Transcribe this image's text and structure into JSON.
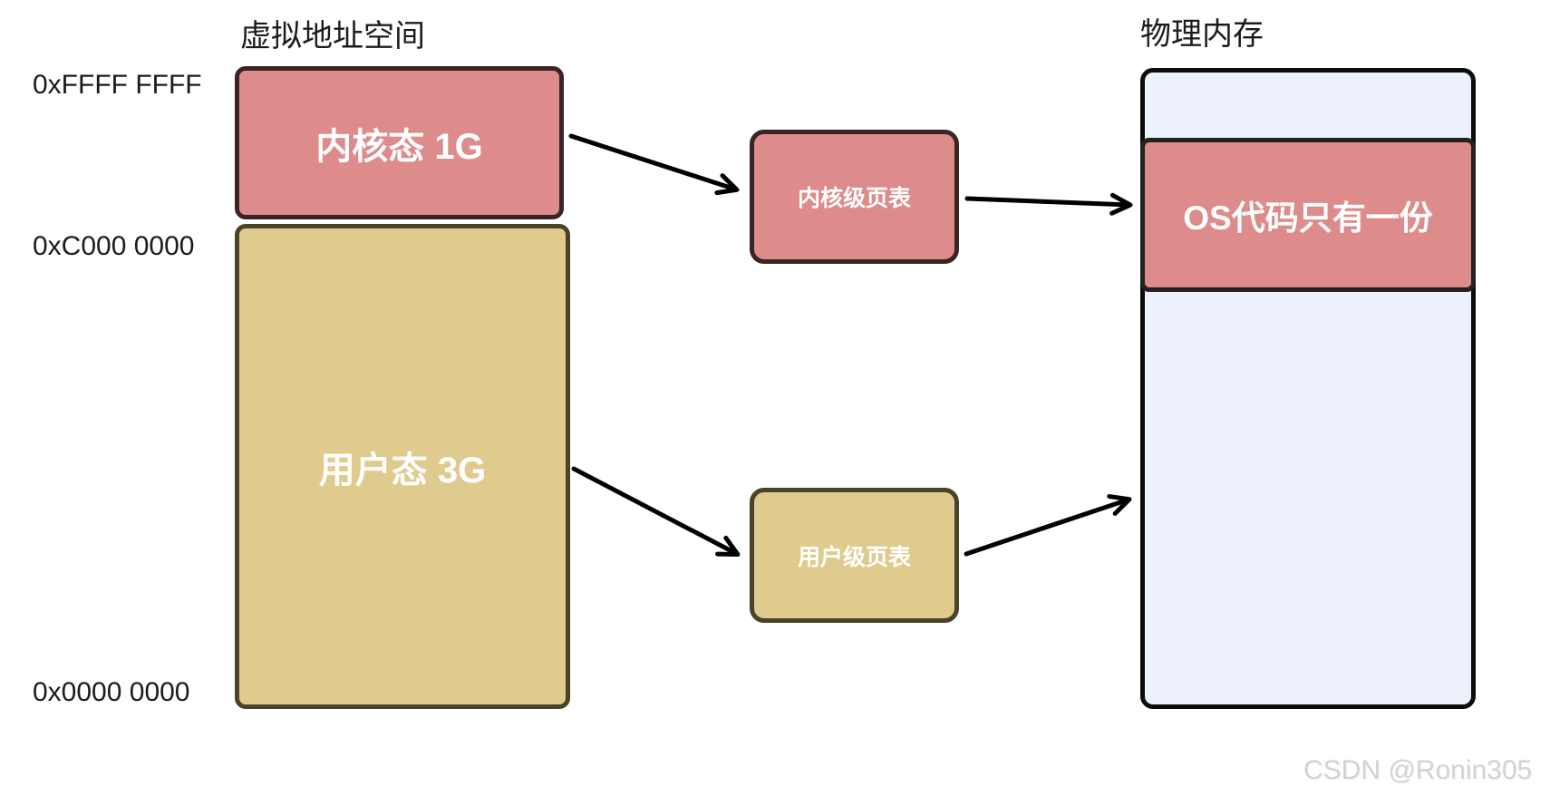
{
  "diagram": {
    "virtual_address_space": {
      "title": "虚拟地址空间",
      "address_labels": [
        "0xFFFF FFFF",
        "0xC000 0000",
        "0x0000 0000"
      ],
      "kernel_block_label": "内核态 1G",
      "user_block_label": "用户态 3G"
    },
    "page_tables": {
      "kernel_label": "内核级页表",
      "user_label": "用户级页表"
    },
    "physical_memory": {
      "title": "物理内存",
      "os_block_label": "OS代码只有一份"
    },
    "watermark": "CSDN @Ronin305",
    "colors": {
      "kernel_fill": "#dd8b8b",
      "kernel_border": "#3a2424",
      "user_fill": "#e0cb8e",
      "user_border": "#4a4229",
      "physical_fill": "#edf1fb",
      "physical_border": "#0c0c0c",
      "arrow": "#000000",
      "label_text": "#1c1c1c",
      "block_text": "#ffffff"
    }
  }
}
